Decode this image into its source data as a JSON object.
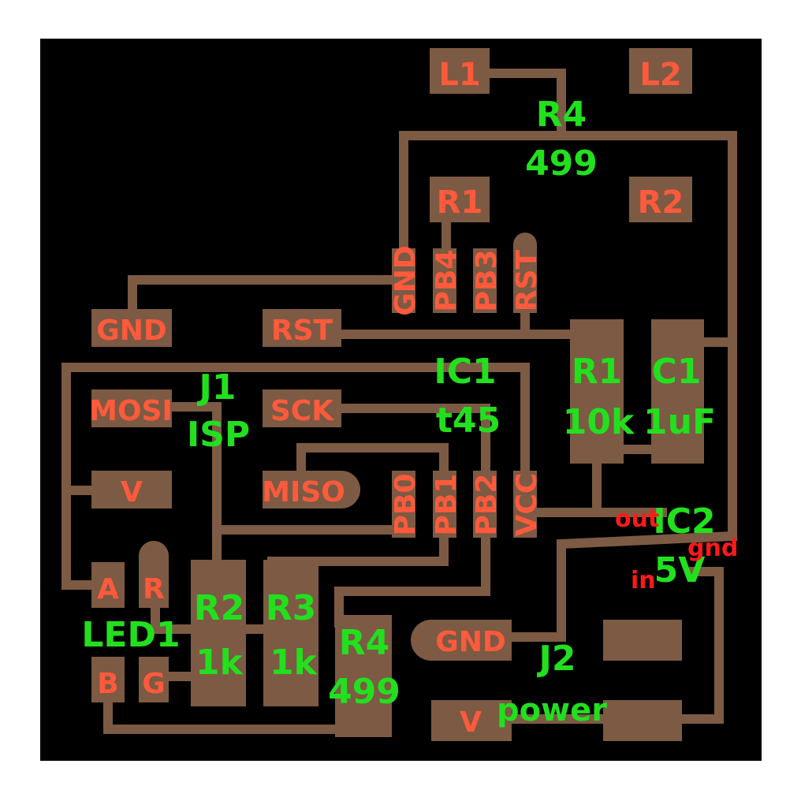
{
  "colors": {
    "board": "#000000",
    "copper": "#7d5a43",
    "pad_label": "#ff5a3c",
    "silk": "#22e01e",
    "small_red": "#ff1a1a",
    "yellow": "#d8e020"
  },
  "pads": {
    "l1": "L1",
    "l2": "L2",
    "r1_top": "R1",
    "r2_top": "R2",
    "ic_gnd": "GND",
    "ic_pb4": "PB4",
    "ic_pb3": "PB3",
    "ic_rst": "RST",
    "isp_gnd": "GND",
    "isp_rst": "RST",
    "isp_mosi": "MOSI",
    "isp_sck": "SCK",
    "isp_v": "V",
    "isp_miso": "MISO",
    "ic_pb0": "PB0",
    "ic_pb1": "PB1",
    "ic_pb2": "PB2",
    "ic_vcc": "VCC",
    "led_a": "A",
    "led_r": "R",
    "led_b": "B",
    "led_g": "G",
    "j2_gnd": "GND",
    "j2_v": "V"
  },
  "silk": {
    "r4_top_name": "R4",
    "r4_top_value": "499",
    "ic1_name": "IC1",
    "ic1_value": "t45",
    "j1_name": "J1",
    "j1_value": "ISP",
    "r1_name": "R1",
    "r1_value": "10k",
    "c1_name": "C1",
    "c1_value": "1uF",
    "ic2_name": "IC2",
    "ic2_value": "5V",
    "led1_name": "LED1",
    "r2_name": "R2",
    "r2_value": "1k",
    "r3_name": "R3",
    "r3_value": "1k",
    "r4_name": "R4",
    "r4_value": "499",
    "j2_name": "J2",
    "j2_value": "power"
  },
  "ic2_pins": {
    "out": "out",
    "gnd": "gnd",
    "in": "in"
  }
}
